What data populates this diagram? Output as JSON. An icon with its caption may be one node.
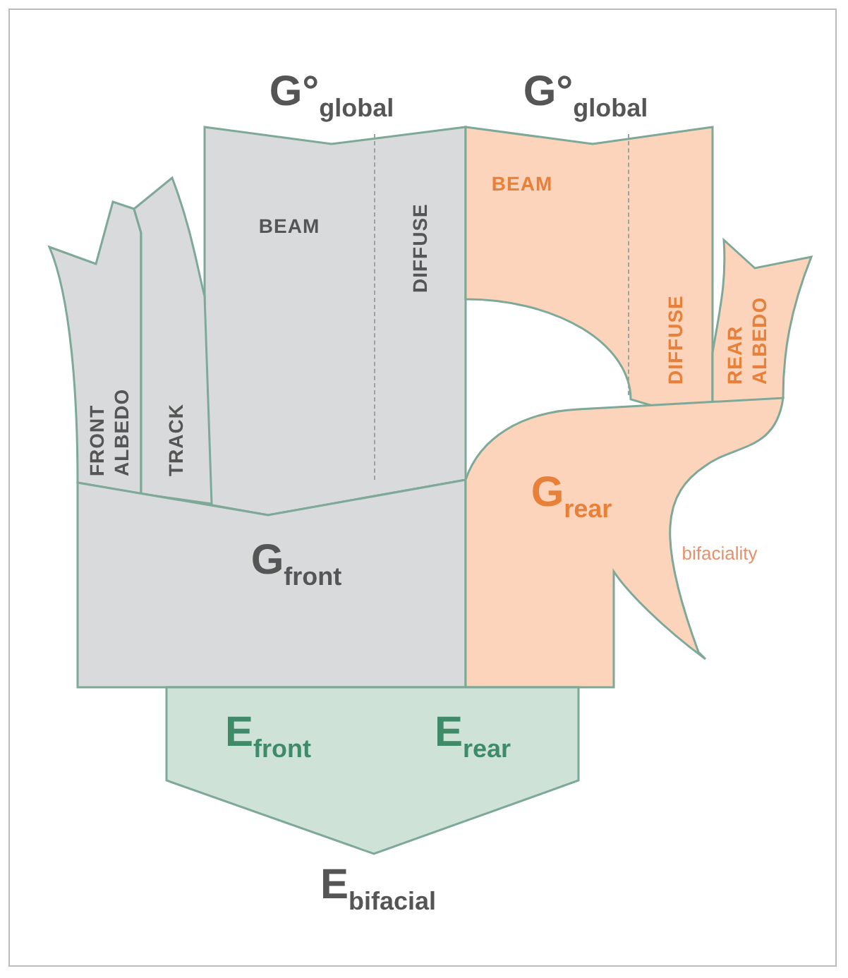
{
  "diagram": {
    "nodes": [
      {
        "text": [
          "G°$_{global}$"
        ]
      },
      {
        "text": [
          "BEAM"
        ],
        "in": 0
      },
      {
        "text": [
          "DIFFUSE"
        ],
        "in": 0
      },
      {
        "text": [
          "FRONT ALBEDO"
        ]
      },
      {
        "text": [
          "TRACK"
        ]
      },
      {
        "text": [
          "G$_{front}$"
        ]
      },
      {
        "text": [
          "G°$_{global}$"
        ]
      },
      {
        "text": [
          "BEAM"
        ],
        "in": 6
      },
      {
        "text": [
          "DIFFUSE"
        ],
        "in": 6
      },
      {
        "text": [
          "REAR ALBEDO"
        ]
      },
      {
        "text": [
          "G$_{rear}$"
        ],
        "beside": [
          "bifaciality"
        ]
      },
      {
        "text": [
          "E$_{bifacial}$"
        ]
      },
      {
        "text": [
          "E$_{front}$"
        ],
        "in": 11
      },
      {
        "text": [
          "E$_{rear}$"
        ],
        "in": 11
      }
    ]
  }
}
